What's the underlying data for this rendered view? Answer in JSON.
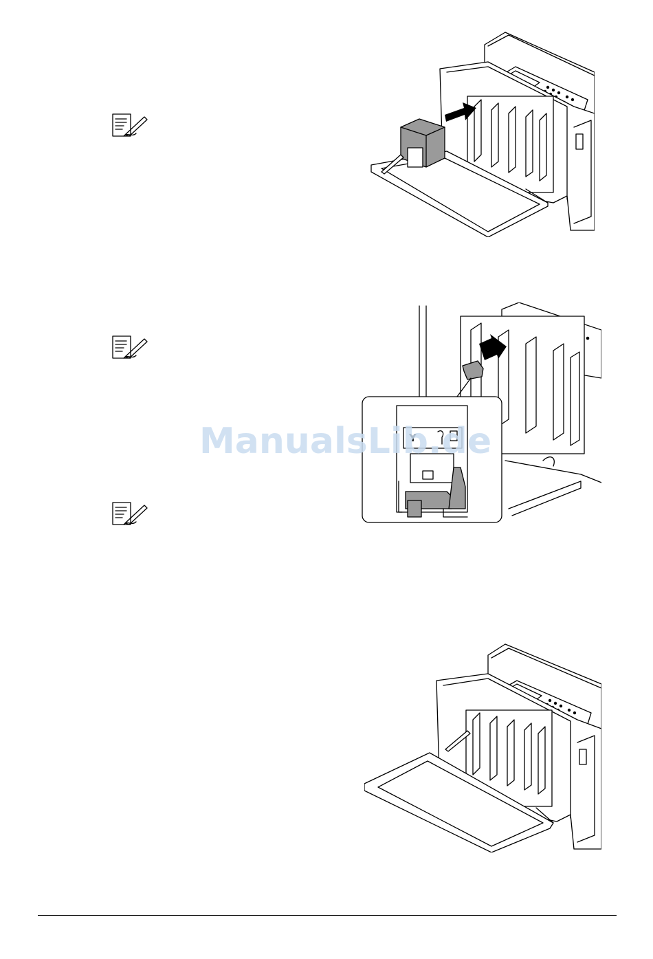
{
  "figures": [
    {
      "name": "insert-toner-cartridge-figure"
    },
    {
      "name": "lock-toner-lever-figure",
      "inset_label": "Y"
    },
    {
      "name": "close-front-door-figure"
    }
  ],
  "notes": [
    {
      "icon": "note-icon"
    },
    {
      "icon": "note-icon"
    },
    {
      "icon": "note-icon"
    }
  ],
  "watermark": "ManualsLib.de",
  "colors": {
    "watermark": "#c9dcf0",
    "toner_gray": "#9a9a9a",
    "line": "#000000"
  }
}
